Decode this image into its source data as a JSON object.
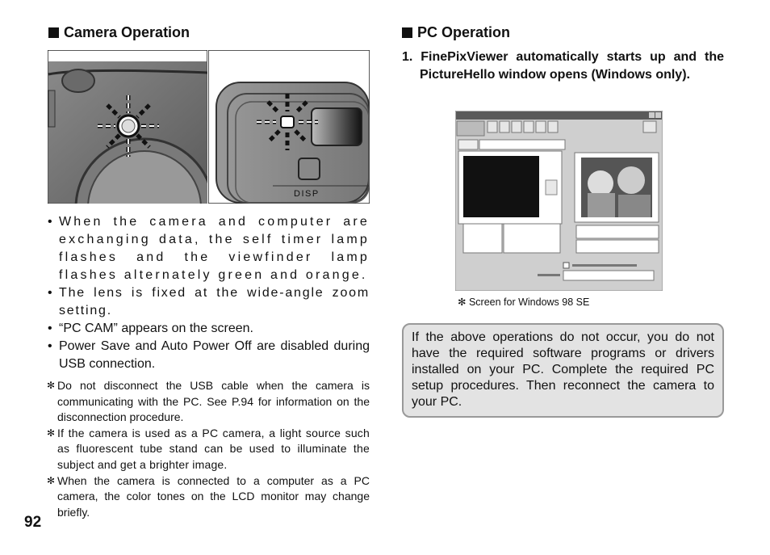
{
  "left": {
    "heading": "Camera Operation",
    "photo_label": "DISP",
    "bullets": [
      "When the camera and computer are exchanging data, the self timer lamp flashes and the viewfinder lamp flashes alternately green and orange.",
      "The lens is fixed at the wide-angle zoom setting.",
      "“PC CAM” appears on the screen.",
      "Power Save and Auto Power Off are disabled during USB connection."
    ],
    "notes": [
      "Do not disconnect the USB cable when the camera is communicating with the PC. See P.94 for information on the disconnection procedure.",
      "If the camera is used as a PC camera, a light source such as fluorescent tube stand can be used to illuminate the subject and get a brighter image.",
      "When the camera is connected to a computer as a PC camera, the color tones on the LCD monitor may change briefly."
    ]
  },
  "right": {
    "heading": "PC Operation",
    "step": "1. FinePixViewer automatically starts up and the PictureHello window opens (Windows only).",
    "caption": "✻ Screen for Windows 98 SE",
    "infobox": "If the above operations do not occur, you do not have the required software programs or drivers installed on your PC. Complete the required PC setup procedures. Then reconnect the camera to your PC."
  },
  "page_number": "92"
}
